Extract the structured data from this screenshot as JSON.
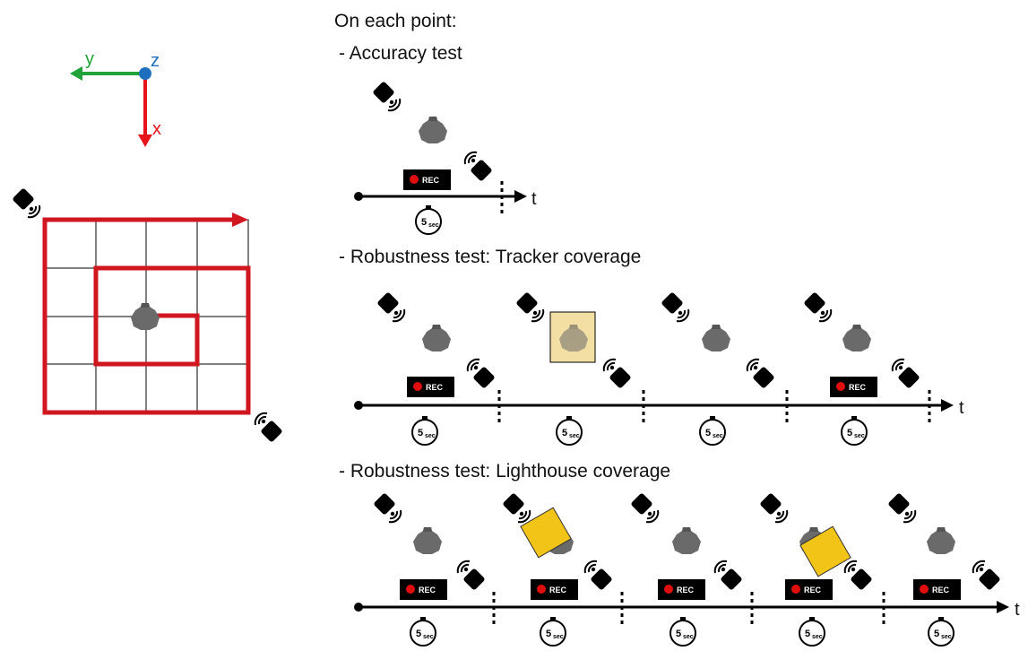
{
  "axes": {
    "y_label": "y",
    "z_label": "z",
    "x_label": "x",
    "colors": {
      "x": "#e8141c",
      "y": "#22a33a",
      "z": "#1f6fbf"
    }
  },
  "grid": {
    "path_color": "#d0161f"
  },
  "heading": "On each point:",
  "tests": [
    {
      "label": "- Accuracy test",
      "segments": 1,
      "occlusion": "none"
    },
    {
      "label": "- Robustness test: Tracker coverage",
      "segments": 4,
      "occlusion": "tracker"
    },
    {
      "label": "- Robustness test: Lighthouse coverage",
      "segments": 5,
      "occlusion": "lighthouse"
    }
  ],
  "rec_label": "REC",
  "timer_label": "5",
  "timer_unit": "sec",
  "time_axis_label": "t"
}
